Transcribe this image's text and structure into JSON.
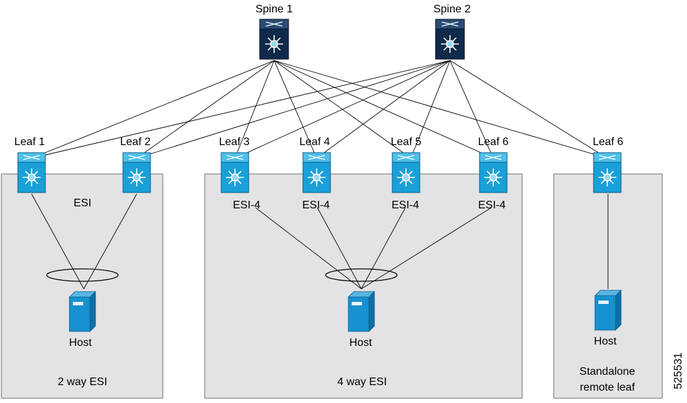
{
  "spines": [
    {
      "label": "Spine 1",
      "color": "#0f2a4a"
    },
    {
      "label": "Spine 2",
      "color": "#0f2a4a"
    }
  ],
  "leaves": [
    {
      "label": "Leaf 1",
      "esi": ""
    },
    {
      "label": "Leaf 2",
      "esi": ""
    },
    {
      "label": "Leaf 3",
      "esi": "ESI-4"
    },
    {
      "label": "Leaf 4",
      "esi": "ESI-4"
    },
    {
      "label": "Leaf 5",
      "esi": "ESI-4"
    },
    {
      "label": "Leaf 6",
      "esi": "ESI-4"
    },
    {
      "label": "Leaf 6",
      "esi": ""
    }
  ],
  "groups": [
    {
      "title": "2 way ESI",
      "esi_label": "ESI",
      "host_label": "Host"
    },
    {
      "title": "4 way ESI",
      "esi_label": "",
      "host_label": "Host"
    },
    {
      "title_line1": "Standalone",
      "title_line2": "remote leaf",
      "host_label": "Host"
    }
  ],
  "figure_id": "525531",
  "colors": {
    "leaf": "#1aa0d8",
    "spine": "#0f2a4a",
    "host": "#1791cf",
    "box_fill": "#e3e3e5"
  }
}
